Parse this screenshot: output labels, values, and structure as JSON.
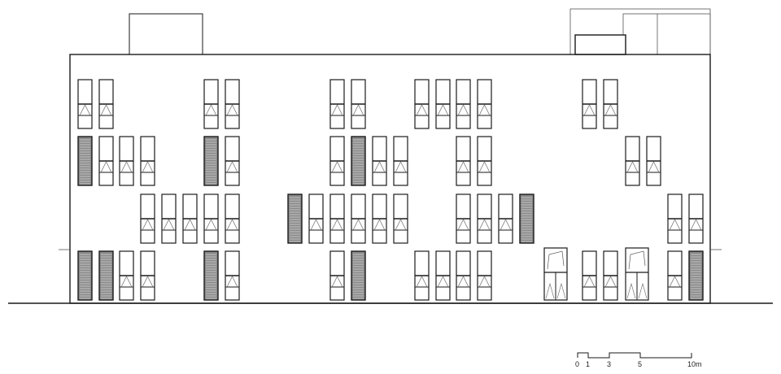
{
  "drawing": {
    "type": "building-elevation",
    "line_color": "#1a1a1a",
    "shutter_fill": "#8a8a8a",
    "background": "#ffffff",
    "floors": 4
  },
  "scale_bar": {
    "ticks": [
      "0",
      "1",
      "3",
      "5",
      "10m"
    ]
  },
  "facade": {
    "window_columns": [
      {
        "id": "c1",
        "rows": [
          "w",
          "s",
          "",
          "s"
        ]
      },
      {
        "id": "c2",
        "rows": [
          "w",
          "w",
          "",
          "s"
        ]
      },
      {
        "id": "c3",
        "rows": [
          "",
          "w",
          "",
          "w"
        ]
      },
      {
        "id": "c4",
        "rows": [
          "",
          "w",
          "w",
          "w"
        ]
      },
      {
        "id": "c5",
        "rows": [
          "",
          "",
          "w",
          ""
        ]
      },
      {
        "id": "c6",
        "rows": [
          "",
          "",
          "w",
          ""
        ]
      },
      {
        "id": "c7",
        "rows": [
          "w",
          "s",
          "w",
          "s"
        ]
      },
      {
        "id": "c8",
        "rows": [
          "w",
          "w",
          "w",
          "w"
        ]
      },
      {
        "id": "c9",
        "rows": [
          "",
          "",
          "s",
          ""
        ]
      },
      {
        "id": "c10",
        "rows": [
          "",
          "",
          "w",
          ""
        ]
      },
      {
        "id": "c11",
        "rows": [
          "w",
          "w",
          "w",
          "w"
        ]
      },
      {
        "id": "c12",
        "rows": [
          "w",
          "s",
          "w",
          "s"
        ]
      },
      {
        "id": "c13",
        "rows": [
          "",
          "w",
          "w",
          ""
        ]
      },
      {
        "id": "c14",
        "rows": [
          "",
          "w",
          "w",
          ""
        ]
      },
      {
        "id": "c15",
        "rows": [
          "w",
          "",
          "",
          "w"
        ]
      },
      {
        "id": "c16",
        "rows": [
          "w",
          "",
          "",
          "w"
        ]
      },
      {
        "id": "c17",
        "rows": [
          "w",
          "w",
          "w",
          "w"
        ]
      },
      {
        "id": "c18",
        "rows": [
          "w",
          "w",
          "w",
          "w"
        ]
      },
      {
        "id": "c19",
        "rows": [
          "",
          "",
          "w",
          ""
        ]
      },
      {
        "id": "c20",
        "rows": [
          "",
          "",
          "s",
          ""
        ]
      },
      {
        "id": "c21",
        "rows": [
          "",
          "",
          "",
          "d"
        ]
      },
      {
        "id": "c22",
        "rows": [
          "w",
          "",
          "",
          "w"
        ]
      },
      {
        "id": "c23",
        "rows": [
          "w",
          "",
          "",
          "w"
        ]
      },
      {
        "id": "c24",
        "rows": [
          "",
          "",
          "",
          "d"
        ]
      },
      {
        "id": "c25",
        "rows": [
          "",
          "w",
          "",
          ""
        ]
      },
      {
        "id": "c26",
        "rows": [
          "",
          "w",
          "",
          ""
        ]
      },
      {
        "id": "c27",
        "rows": [
          "",
          "",
          "w",
          "w"
        ]
      },
      {
        "id": "c28",
        "rows": [
          "",
          "",
          "w",
          "s"
        ]
      }
    ]
  }
}
